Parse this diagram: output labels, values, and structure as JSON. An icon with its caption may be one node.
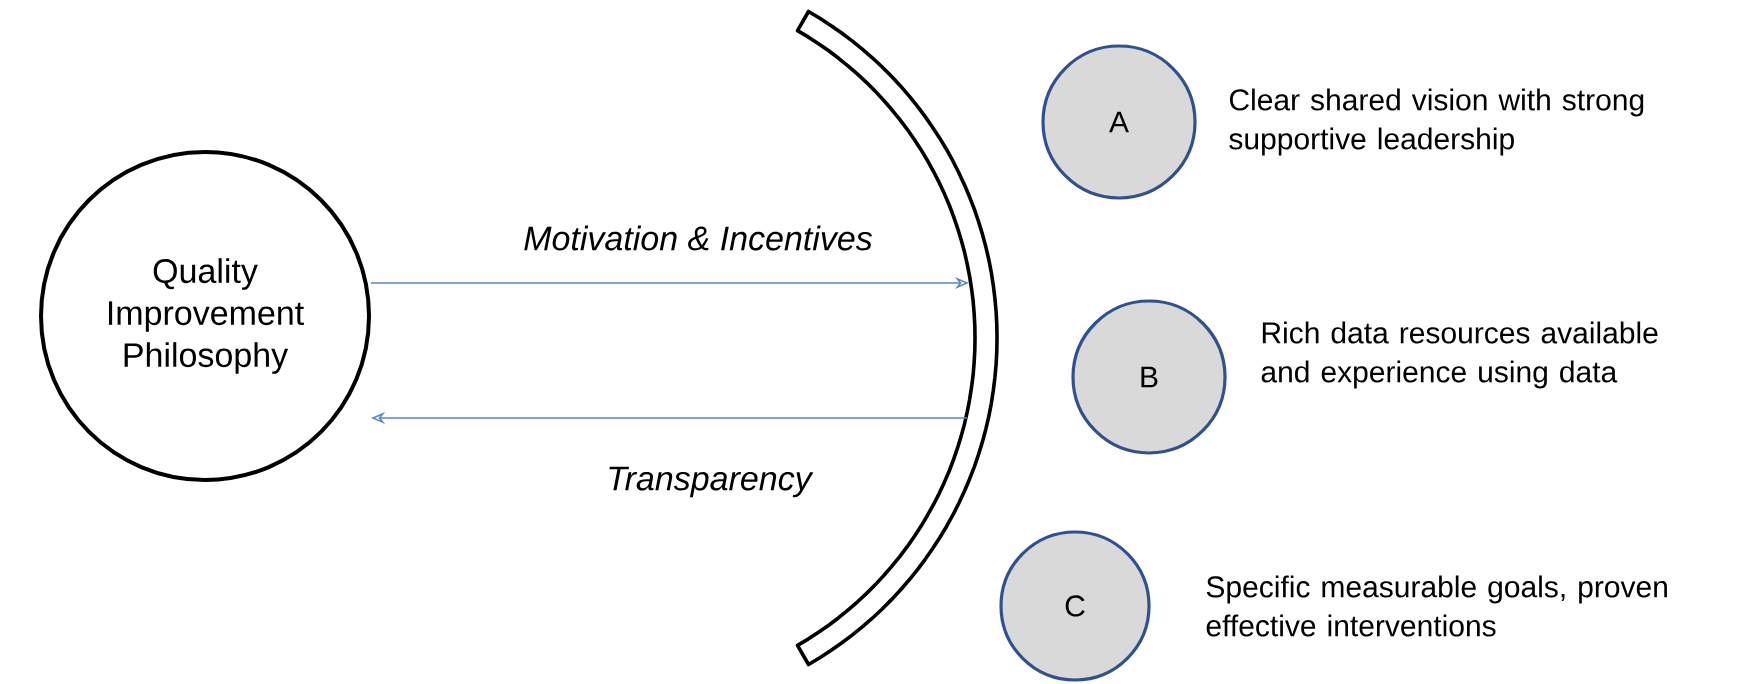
{
  "diagram": {
    "nodes": [
      {
        "text": [
          "Quality Improvement Philosophy"
        ]
      },
      {
        "text": [],
        "shape": "arc"
      },
      {
        "text": [
          "A"
        ],
        "beside": [
          "Clear shared vision with strong supportive leadership"
        ]
      },
      {
        "text": [
          "B"
        ],
        "beside": [
          "Rich data resources available and experience using data"
        ]
      },
      {
        "text": [
          "C"
        ],
        "beside": [
          "Specific measurable goals, proven effective interventions"
        ]
      }
    ],
    "edges": [
      {
        "from": 0,
        "to": 1,
        "arrow": "to",
        "label": "Motivation & Incentives"
      },
      {
        "from": 1,
        "to": 0,
        "arrow": "to",
        "label": "Transparency"
      }
    ]
  }
}
